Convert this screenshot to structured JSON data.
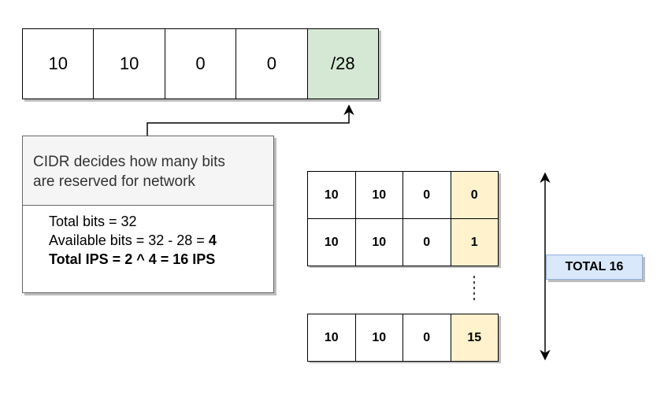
{
  "cidr_block": {
    "octets": [
      "10",
      "10",
      "0",
      "0"
    ],
    "prefix": "/28"
  },
  "note": {
    "heading_line1": "CIDR decides how many bits",
    "heading_line2": "are reserved for network",
    "line1": "Total bits = 32",
    "line2_text": "Available bits = 32 - 28 = ",
    "line2_value": "4",
    "line3": "Total IPS = 2 ^ 4 = 16 IPS"
  },
  "ip_rows": [
    {
      "octets": [
        "10",
        "10",
        "0",
        "0"
      ]
    },
    {
      "octets": [
        "10",
        "10",
        "0",
        "1"
      ]
    },
    {
      "octets": [
        "10",
        "10",
        "0",
        "15"
      ]
    }
  ],
  "total_label": "TOTAL 16",
  "colors": {
    "prefix_fill": "#d5e8d4",
    "host_fill": "#fff2cc",
    "total_fill": "#dae8fc",
    "note_header_fill": "#f5f5f5"
  }
}
